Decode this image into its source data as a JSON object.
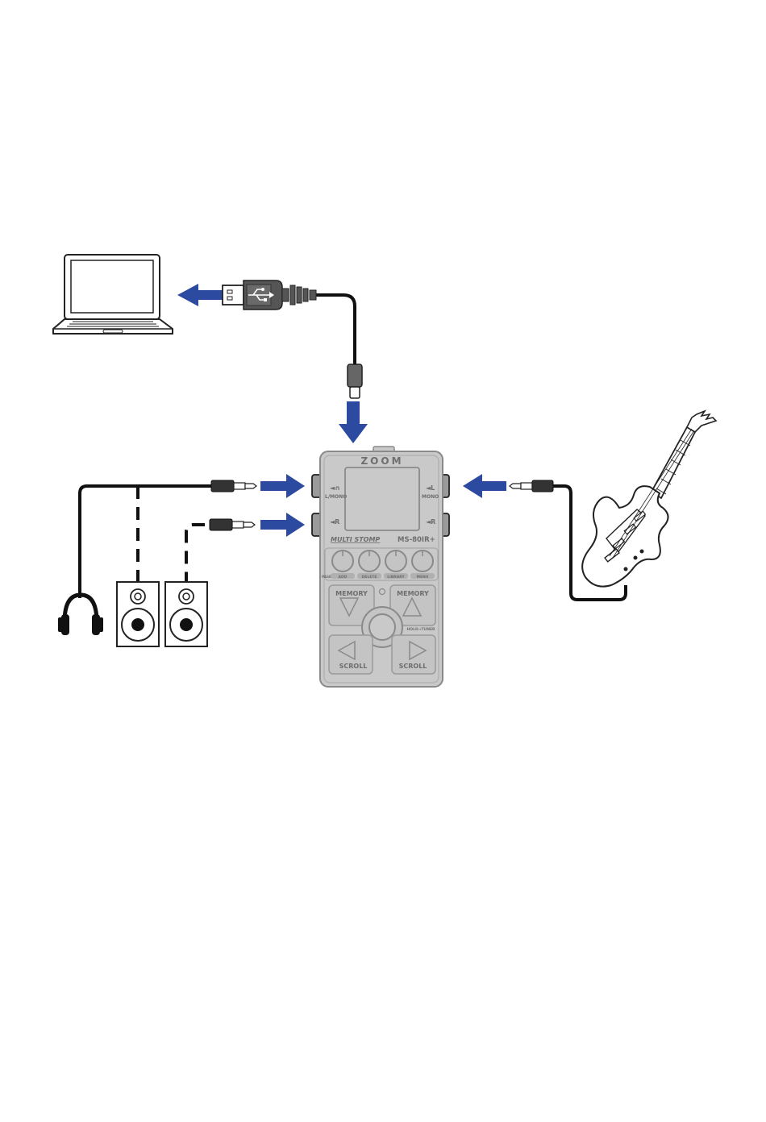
{
  "pedal": {
    "brand": "ZOOM",
    "series": "MULTI STOMP",
    "model": "MS-80IR+",
    "jack_left_top": "◄∩",
    "jack_left_top_sub": "L/MONO",
    "jack_left_bottom": "◄R",
    "jack_right_top": "◄L",
    "jack_right_top_sub": "MONO",
    "jack_right_bottom": "◄R",
    "knob_row_label": "PAGE",
    "knob_labels": [
      "ADD",
      "DELETE",
      "LIBRARY",
      "MENU"
    ],
    "memory_label": "MEMORY",
    "scroll_label": "SCROLL",
    "center_label": "HOLD→TUNER"
  },
  "colors": {
    "arrow": "#2b4aa0",
    "cable": "#111111",
    "pedal_fill": "#c9c9c9",
    "pedal_stroke": "#8a8a8a",
    "usb_plug": "#555555"
  },
  "icons": [
    "laptop-icon",
    "usb-plug-icon",
    "headphones-icon",
    "speaker-icon",
    "guitar-icon",
    "jack-plug-icon"
  ]
}
